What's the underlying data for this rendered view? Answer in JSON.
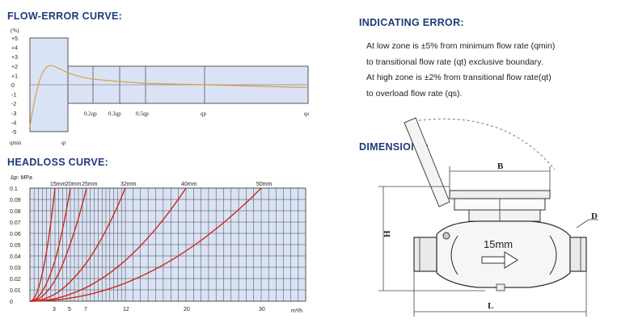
{
  "flow_error": {
    "heading": "FLOW-ERROR CURVE:",
    "y_unit": "(%)",
    "y_ticks": [
      "+5",
      "+4",
      "+3",
      "+2",
      "+1",
      "0",
      "-1",
      "-2",
      "-3",
      "-4",
      "-5"
    ],
    "x_labels": [
      "0.2qp",
      "0.3qp",
      "0.5qp",
      "qp",
      "qs"
    ],
    "low_labels": [
      "qmin",
      "qt"
    ]
  },
  "headloss": {
    "heading": "HEADLOSS CURVE:",
    "y_unit": "Δp: MPa",
    "y_ticks": [
      "0.1",
      "0.09",
      "0.08",
      "0.07",
      "0.06",
      "0.05",
      "0.04",
      "0.03",
      "0.02",
      "0.01",
      "0"
    ],
    "x_ticks": [
      "3",
      "5",
      "7",
      "12",
      "20",
      "30"
    ],
    "x_unit": "m³/h",
    "curve_labels": [
      "15mm",
      "20mm",
      "25mm",
      "32mm",
      "40mm",
      "50mm"
    ]
  },
  "indicating": {
    "heading": "INDICATING ERROR:",
    "lines": [
      "At low zone is ±5% from minimum flow rate (qmin)",
      "to transitional flow rate (qt) exclusive boundary.",
      "At high zone is ±2% from transitional flow rate(qt)",
      "to overload flow rate (qs)."
    ]
  },
  "dimensions": {
    "heading": "DIMENSIONS:",
    "labels": [
      "B",
      "H",
      "D",
      "L"
    ],
    "size_label": "15mm"
  },
  "chart_data": [
    {
      "type": "line",
      "title": "FLOW-ERROR CURVE:",
      "ylabel": "(%)",
      "ylim": [
        -5,
        5
      ],
      "x_ticks": [
        "qmin",
        "qt",
        "0.2qp",
        "0.3qp",
        "0.5qp",
        "qp",
        "qs"
      ],
      "envelope": {
        "low_zone": 5,
        "high_zone": 2
      },
      "series": [
        {
          "x": [
            "qmin",
            "qt",
            "0.2qp",
            "0.3qp",
            "0.5qp",
            "qp",
            "qs"
          ],
          "y": [
            -4.5,
            1.9,
            0.6,
            0.35,
            0.15,
            0,
            -0.3
          ]
        }
      ]
    },
    {
      "type": "line",
      "title": "HEADLOSS CURVE:",
      "ylabel": "Δp: MPa",
      "xlabel": "m³/h",
      "ylim": [
        0,
        0.1
      ],
      "x_ticks": [
        3,
        5,
        7,
        12,
        20,
        30
      ],
      "grid": true,
      "series": [
        {
          "name": "15mm",
          "x_at_max": 3
        },
        {
          "name": "20mm",
          "x_at_max": 5
        },
        {
          "name": "25mm",
          "x_at_max": 7
        },
        {
          "name": "32mm",
          "x_at_max": 12
        },
        {
          "name": "40mm",
          "x_at_max": 20
        },
        {
          "name": "50mm",
          "x_at_max": 30
        }
      ]
    }
  ]
}
